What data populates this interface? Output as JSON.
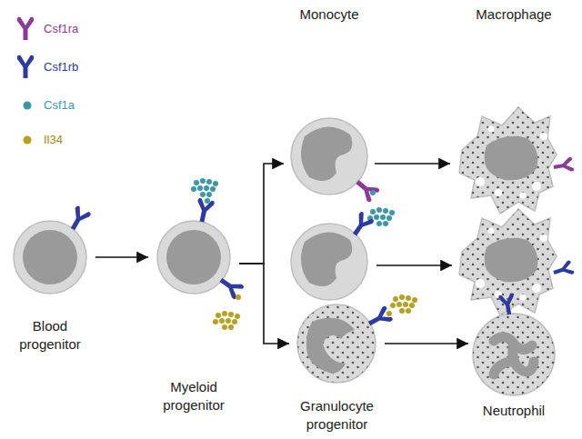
{
  "diagram": {
    "nodes": [
      {
        "text": [
          "Blood progenitor"
        ]
      },
      {
        "text": [
          "Myeloid progenitor"
        ]
      },
      {
        "text": [
          "Monocyte"
        ]
      },
      {
        "text": [
          "Macrophage"
        ]
      },
      {
        "text": [
          "Granulocyte progenitor"
        ]
      },
      {
        "text": [
          "Neutrophil"
        ]
      }
    ],
    "edges": [
      {
        "from": 0,
        "to": 1,
        "arrow": "to"
      },
      {
        "from": 1,
        "to": 2,
        "arrow": "to"
      },
      {
        "from": 1,
        "to": 4,
        "arrow": "to"
      },
      {
        "from": 2,
        "to": 3,
        "arrow": "to"
      },
      {
        "from": 4,
        "to": 5,
        "arrow": "to"
      }
    ],
    "legend": [
      {
        "text": "Csf1ra"
      },
      {
        "text": "Csf1rb"
      },
      {
        "text": "Csf1a"
      },
      {
        "text": "Il34"
      }
    ]
  }
}
